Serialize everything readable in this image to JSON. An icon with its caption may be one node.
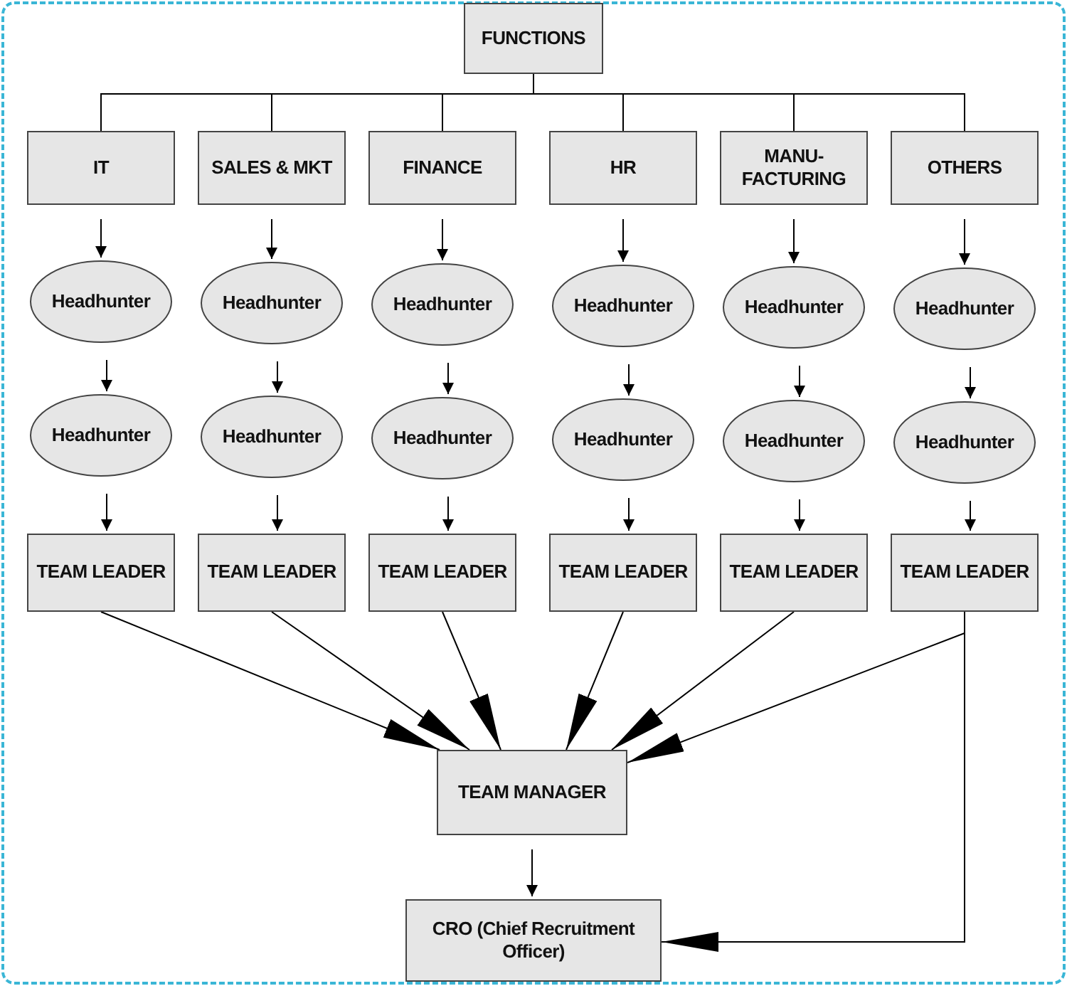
{
  "diagram": {
    "nodes": [
      {
        "text": [
          "FUNCTIONS"
        ]
      },
      {
        "text": [
          "IT"
        ]
      },
      {
        "text": [
          "SALES & MKT"
        ]
      },
      {
        "text": [
          "FINANCE"
        ]
      },
      {
        "text": [
          "HR"
        ]
      },
      {
        "text": [
          "MANU- FACTURING"
        ]
      },
      {
        "text": [
          "OTHERS"
        ]
      },
      {
        "text": [
          "Headhunter"
        ]
      },
      {
        "text": [
          "Headhunter"
        ]
      },
      {
        "text": [
          "Headhunter"
        ]
      },
      {
        "text": [
          "Headhunter"
        ]
      },
      {
        "text": [
          "Headhunter"
        ]
      },
      {
        "text": [
          "Headhunter"
        ]
      },
      {
        "text": [
          "Headhunter"
        ]
      },
      {
        "text": [
          "Headhunter"
        ]
      },
      {
        "text": [
          "Headhunter"
        ]
      },
      {
        "text": [
          "Headhunter"
        ]
      },
      {
        "text": [
          "Headhunter"
        ]
      },
      {
        "text": [
          "Headhunter"
        ]
      },
      {
        "text": [
          "TEAM LEADER"
        ]
      },
      {
        "text": [
          "TEAM LEADER"
        ]
      },
      {
        "text": [
          "TEAM LEADER"
        ]
      },
      {
        "text": [
          "TEAM LEADER"
        ]
      },
      {
        "text": [
          "TEAM LEADER"
        ]
      },
      {
        "text": [
          "TEAM LEADER"
        ]
      },
      {
        "text": [
          "TEAM MANAGER"
        ]
      },
      {
        "text": [
          "CRO (Chief Recruitment Officer)"
        ]
      }
    ],
    "edges": [
      {
        "from": 0,
        "to": 1,
        "arrow": "none"
      },
      {
        "from": 0,
        "to": 2,
        "arrow": "none"
      },
      {
        "from": 0,
        "to": 3,
        "arrow": "none"
      },
      {
        "from": 0,
        "to": 4,
        "arrow": "none"
      },
      {
        "from": 0,
        "to": 5,
        "arrow": "none"
      },
      {
        "from": 0,
        "to": 6,
        "arrow": "none"
      },
      {
        "from": 1,
        "to": 7,
        "arrow": "to"
      },
      {
        "from": 2,
        "to": 8,
        "arrow": "to"
      },
      {
        "from": 3,
        "to": 9,
        "arrow": "to"
      },
      {
        "from": 4,
        "to": 10,
        "arrow": "to"
      },
      {
        "from": 5,
        "to": 11,
        "arrow": "to"
      },
      {
        "from": 6,
        "to": 12,
        "arrow": "to"
      },
      {
        "from": 7,
        "to": 13,
        "arrow": "to"
      },
      {
        "from": 8,
        "to": 14,
        "arrow": "to"
      },
      {
        "from": 9,
        "to": 15,
        "arrow": "to"
      },
      {
        "from": 10,
        "to": 16,
        "arrow": "to"
      },
      {
        "from": 11,
        "to": 17,
        "arrow": "to"
      },
      {
        "from": 12,
        "to": 18,
        "arrow": "to"
      },
      {
        "from": 13,
        "to": 19,
        "arrow": "to"
      },
      {
        "from": 14,
        "to": 20,
        "arrow": "to"
      },
      {
        "from": 15,
        "to": 21,
        "arrow": "to"
      },
      {
        "from": 16,
        "to": 22,
        "arrow": "to"
      },
      {
        "from": 17,
        "to": 23,
        "arrow": "to"
      },
      {
        "from": 18,
        "to": 24,
        "arrow": "to"
      },
      {
        "from": 19,
        "to": 25,
        "arrow": "to"
      },
      {
        "from": 20,
        "to": 25,
        "arrow": "to"
      },
      {
        "from": 21,
        "to": 25,
        "arrow": "to"
      },
      {
        "from": 22,
        "to": 25,
        "arrow": "to"
      },
      {
        "from": 23,
        "to": 25,
        "arrow": "to"
      },
      {
        "from": 24,
        "to": 25,
        "arrow": "to"
      },
      {
        "from": 24,
        "to": 26,
        "arrow": "to"
      },
      {
        "from": 25,
        "to": 26,
        "arrow": "to"
      }
    ]
  }
}
